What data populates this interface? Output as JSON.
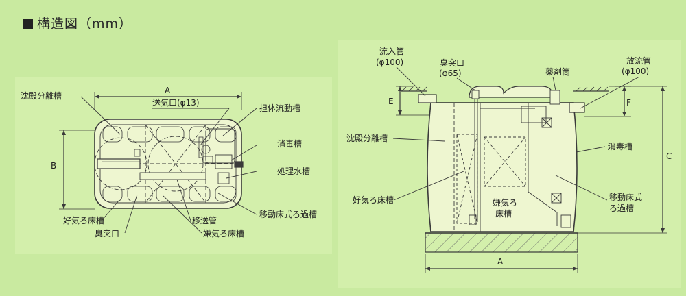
{
  "title": "構造図（mm）",
  "left_view": {
    "labels": {
      "sedimentation": "沈殿分離槽",
      "air_port": "送気口(φ13)",
      "carrier_flow": "担体流動槽",
      "disinfection": "消毒槽",
      "treated_water": "処理水槽",
      "moving_bed": "移動床式ろ過槽",
      "transfer_pipe": "移送管",
      "aerobic": "好気ろ床槽",
      "odor_port": "臭突口",
      "anaerobic": "嫌気ろ床槽"
    },
    "dims": {
      "a": "A",
      "b": "B"
    }
  },
  "right_view": {
    "labels": {
      "inflow_1": "流入管",
      "inflow_2": "(φ100)",
      "odor_1": "臭突口",
      "odor_2": "(φ65)",
      "chem_tube": "薬剤筒",
      "outflow_1": "放流管",
      "outflow_2": "(φ100)",
      "sedimentation": "沈殿分離槽",
      "disinfection": "消毒槽",
      "aerobic": "好気ろ床槽",
      "anaerobic_1": "嫌気ろ",
      "anaerobic_2": "床槽",
      "moving_1": "移動床式",
      "moving_2": "ろ過槽"
    },
    "dims": {
      "a": "A",
      "c": "C",
      "e": "E",
      "f": "F"
    }
  },
  "colors": {
    "background": "#c9eaa0",
    "panel": "#d3efab",
    "tank": "#eef6d0",
    "line": "#3a3a3a"
  }
}
